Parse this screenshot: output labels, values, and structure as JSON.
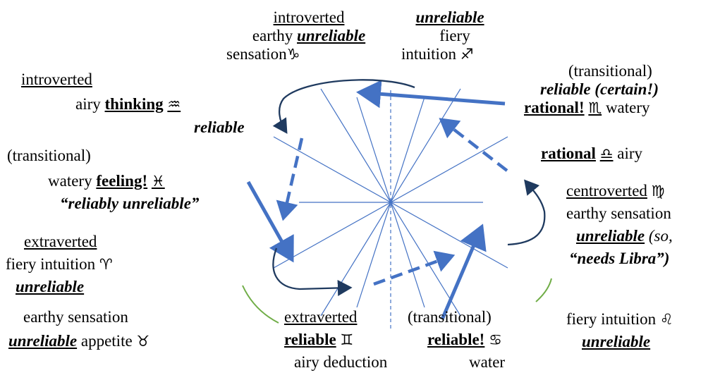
{
  "colors": {
    "arrow_blue": "#4472c4",
    "spoke_blue": "#4472c4",
    "navy": "#1f3a5f",
    "arc_green": "#70ad47",
    "text": "#000000"
  },
  "icons": {
    "capricorn": "♑",
    "sagittarius": "♐",
    "aquarius": "♒",
    "scorpio": "♏",
    "libra": "♎",
    "pisces": "♓",
    "virgo": "♍",
    "aries": "♈",
    "taurus": "♉",
    "gemini": "♊",
    "cancer": "♋",
    "leo": "♌"
  },
  "labels": {
    "capricorn": {
      "l1": "introverted",
      "l2a": "earthy ",
      "l2b": "unreliable",
      "l3": "sensation"
    },
    "sagittarius": {
      "l1": "unreliable",
      "l2": "fiery",
      "l3": "intuition "
    },
    "scorpio": {
      "l1": "(transitional)",
      "l2": "reliable (certain!)",
      "l3a": "rational!",
      "l3b": " watery"
    },
    "aquarius": {
      "l1": "introverted",
      "l2a": "airy ",
      "l2b": "thinking",
      "l3": "reliable"
    },
    "libra": {
      "a": "rational",
      "b": " airy"
    },
    "pisces": {
      "l1": "(transitional)",
      "l2a": "watery ",
      "l2b": "feeling!",
      "l3": "“reliably unreliable”"
    },
    "virgo": {
      "l1": "centroverted",
      "l2": "earthy sensation",
      "l3a": "unreliable",
      "l3b": " (so,",
      "l4": "“needs Libra”)"
    },
    "aries": {
      "l1": "extraverted",
      "l2": "fiery intuition ",
      "l3": "unreliable"
    },
    "taurus": {
      "l1": "earthy sensation",
      "l2a": "unreliable",
      "l2b": "  appetite "
    },
    "gemini": {
      "l1": "extraverted",
      "l2": "reliable",
      "l3": "airy deduction"
    },
    "cancer": {
      "l1": "(transitional)",
      "l2": "reliable!",
      "l3": "water"
    },
    "leo": {
      "l1": "fiery intuition ",
      "l2": "unreliable"
    }
  }
}
